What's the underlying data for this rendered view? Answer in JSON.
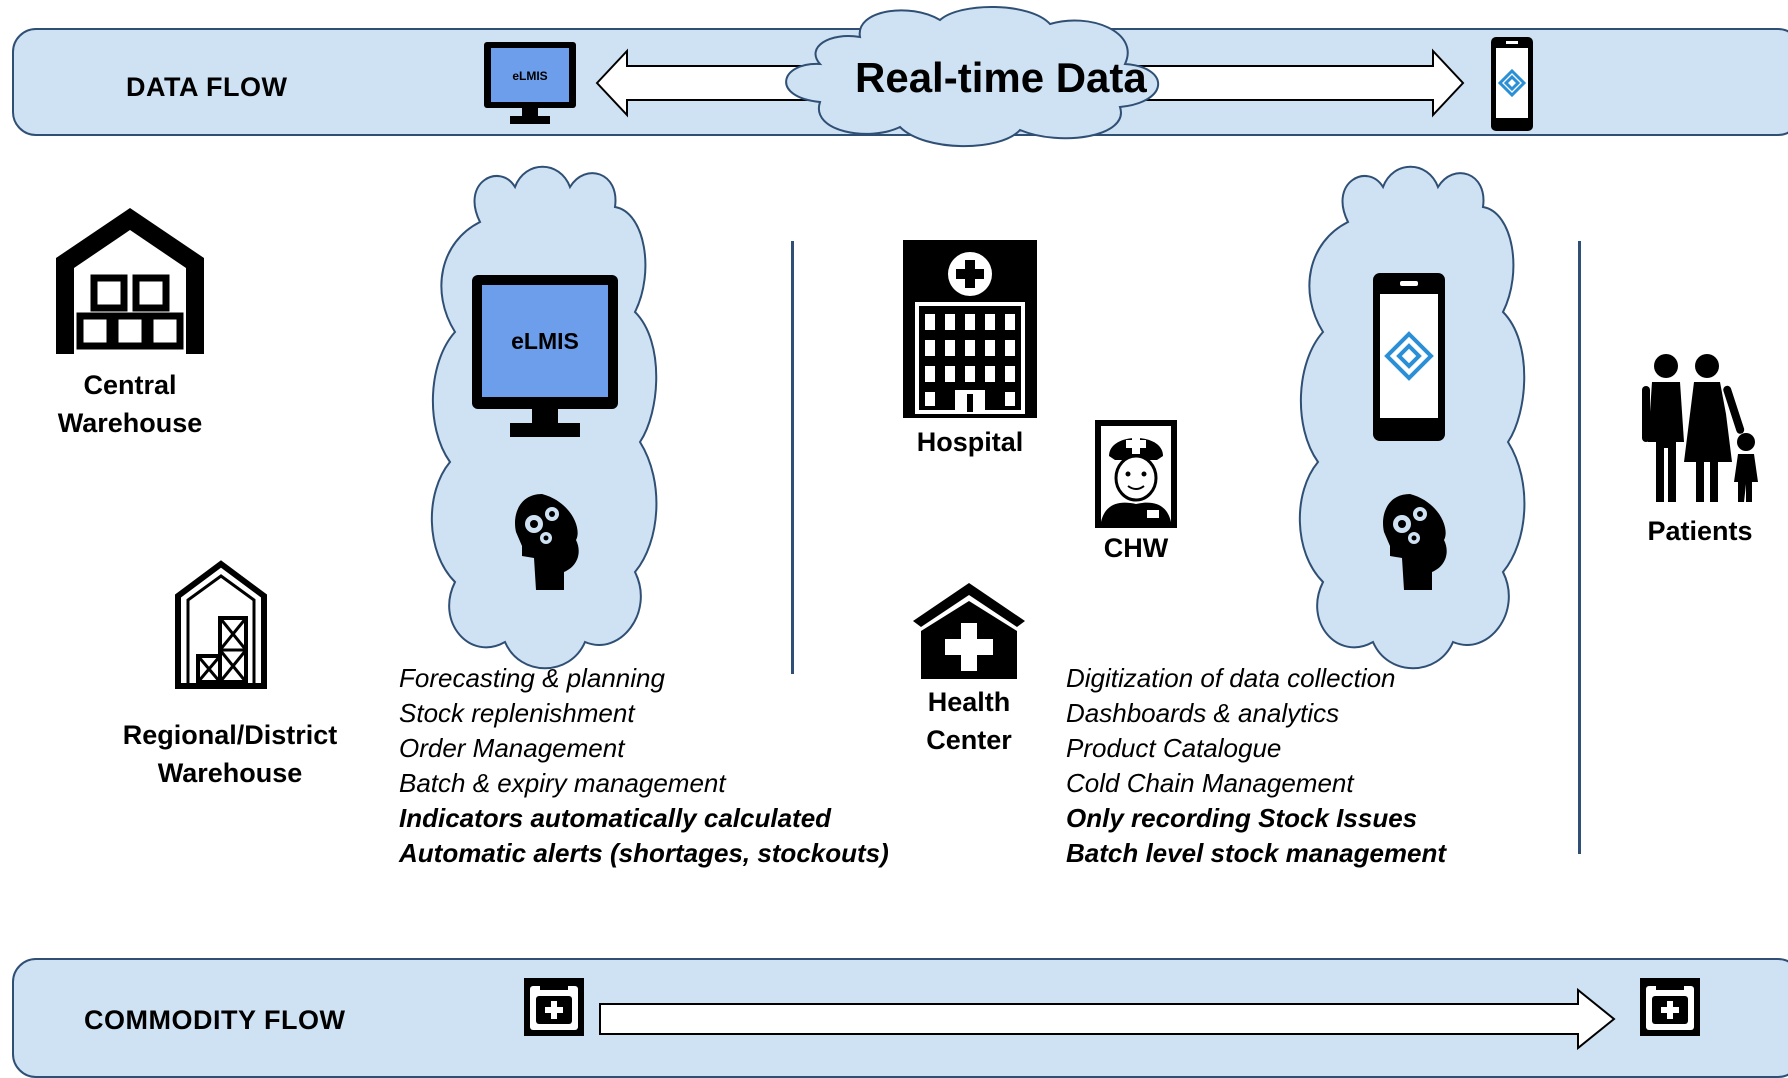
{
  "data_flow": {
    "label": "DATA FLOW",
    "cloud_title": "Real-time Data",
    "monitor_label": "eLMIS"
  },
  "commodity_flow": {
    "label": "COMMODITY FLOW"
  },
  "nodes": {
    "central_warehouse": [
      "Central",
      "Warehouse"
    ],
    "regional_warehouse": [
      "Regional/District",
      "Warehouse"
    ],
    "hospital": "Hospital",
    "chw": "CHW",
    "health_center": [
      "Health",
      "Center"
    ],
    "patients": "Patients"
  },
  "elmis_cloud": {
    "monitor_label": "eLMIS",
    "features": [
      {
        "text": "Forecasting & planning",
        "bold": false
      },
      {
        "text": "Stock replenishment",
        "bold": false
      },
      {
        "text": "Order Management",
        "bold": false
      },
      {
        "text": "Batch & expiry management",
        "bold": false
      },
      {
        "text": "Indicators automatically calculated",
        "bold": true
      },
      {
        "text": "Automatic alerts (shortages, stockouts)",
        "bold": true
      }
    ]
  },
  "mobile_cloud": {
    "features": [
      {
        "text": "Digitization of data collection",
        "bold": false
      },
      {
        "text": "Dashboards & analytics",
        "bold": false
      },
      {
        "text": "Product Catalogue",
        "bold": false
      },
      {
        "text": "Cold Chain Management",
        "bold": false
      },
      {
        "text": "Only recording Stock Issues",
        "bold": true
      },
      {
        "text": "Batch level stock management",
        "bold": true
      }
    ]
  },
  "colors": {
    "band_fill": "#cfe2f3",
    "band_border": "#2f4f74",
    "cloud_fill": "#cfe2f3",
    "monitor_screen": "#6d9eeb",
    "app_logo": "#2b8fd6"
  },
  "icons": [
    "monitor-icon",
    "smartphone-icon",
    "warehouse-icon",
    "barn-icon",
    "hospital-icon",
    "nurse-icon",
    "clinic-icon",
    "family-icon",
    "brain-gears-icon",
    "medicine-box-icon",
    "arrow-icon",
    "cloud-icon"
  ]
}
